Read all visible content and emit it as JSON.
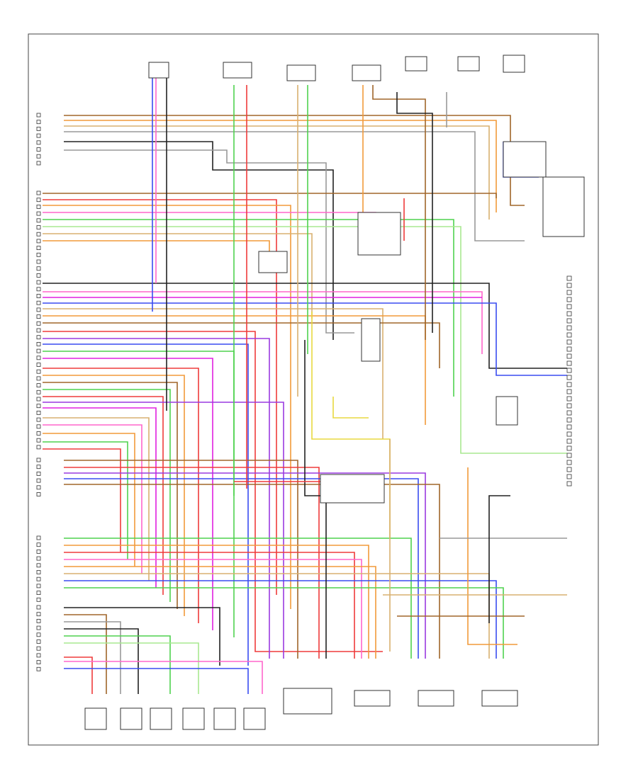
{
  "diagram": {
    "page_tag": "",
    "components": [
      {
        "id": "c1",
        "label": ""
      },
      {
        "id": "c2",
        "label": ""
      },
      {
        "id": "c3",
        "label": ""
      },
      {
        "id": "c4",
        "label": ""
      },
      {
        "id": "c5",
        "label": ""
      },
      {
        "id": "c6",
        "label": ""
      },
      {
        "id": "c7",
        "label": ""
      },
      {
        "id": "c8",
        "label": ""
      },
      {
        "id": "c9",
        "label": ""
      },
      {
        "id": "c10",
        "label": ""
      },
      {
        "id": "c11",
        "label": ""
      },
      {
        "id": "c12",
        "label": ""
      },
      {
        "id": "c13",
        "label": ""
      },
      {
        "id": "c14",
        "label": ""
      },
      {
        "id": "c15",
        "label": ""
      },
      {
        "id": "c16",
        "label": ""
      },
      {
        "id": "c17",
        "label": ""
      },
      {
        "id": "c18",
        "label": ""
      },
      {
        "id": "c19",
        "label": ""
      },
      {
        "id": "c20",
        "label": ""
      },
      {
        "id": "c21",
        "label": ""
      },
      {
        "id": "c22",
        "label": ""
      },
      {
        "id": "c23",
        "label": ""
      }
    ],
    "wire_colors": {
      "black": "#222222",
      "red": "#ef3b3b",
      "blue": "#3a4cf0",
      "green": "#4fd24f",
      "brown": "#a0662a",
      "orange": "#f29a3a",
      "pink": "#ff66cc",
      "magenta": "#e020e0",
      "yellow": "#e8d840",
      "tan": "#d8b070",
      "gray": "#999999",
      "violet": "#9a3ae0",
      "light-green": "#a8e890"
    }
  }
}
